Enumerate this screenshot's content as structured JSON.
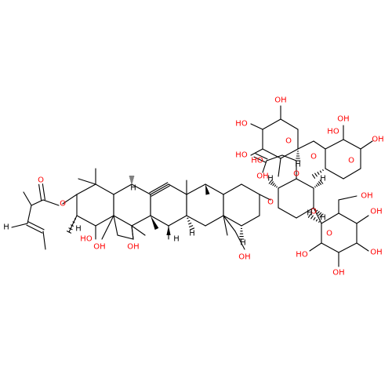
{
  "colors": {
    "bond": "#000000",
    "oxygen": "#ff0000",
    "background": "#ffffff"
  },
  "atoms": {
    "O": "O",
    "OH": "OH",
    "HO": "HO",
    "H": "H"
  },
  "labels": [
    {
      "text": "HO",
      "color": "#ff0000"
    },
    {
      "text": "OH",
      "color": "#ff0000"
    },
    {
      "text": "O",
      "color": "#ff0000"
    },
    {
      "text": "H",
      "color": "#000000"
    }
  ]
}
